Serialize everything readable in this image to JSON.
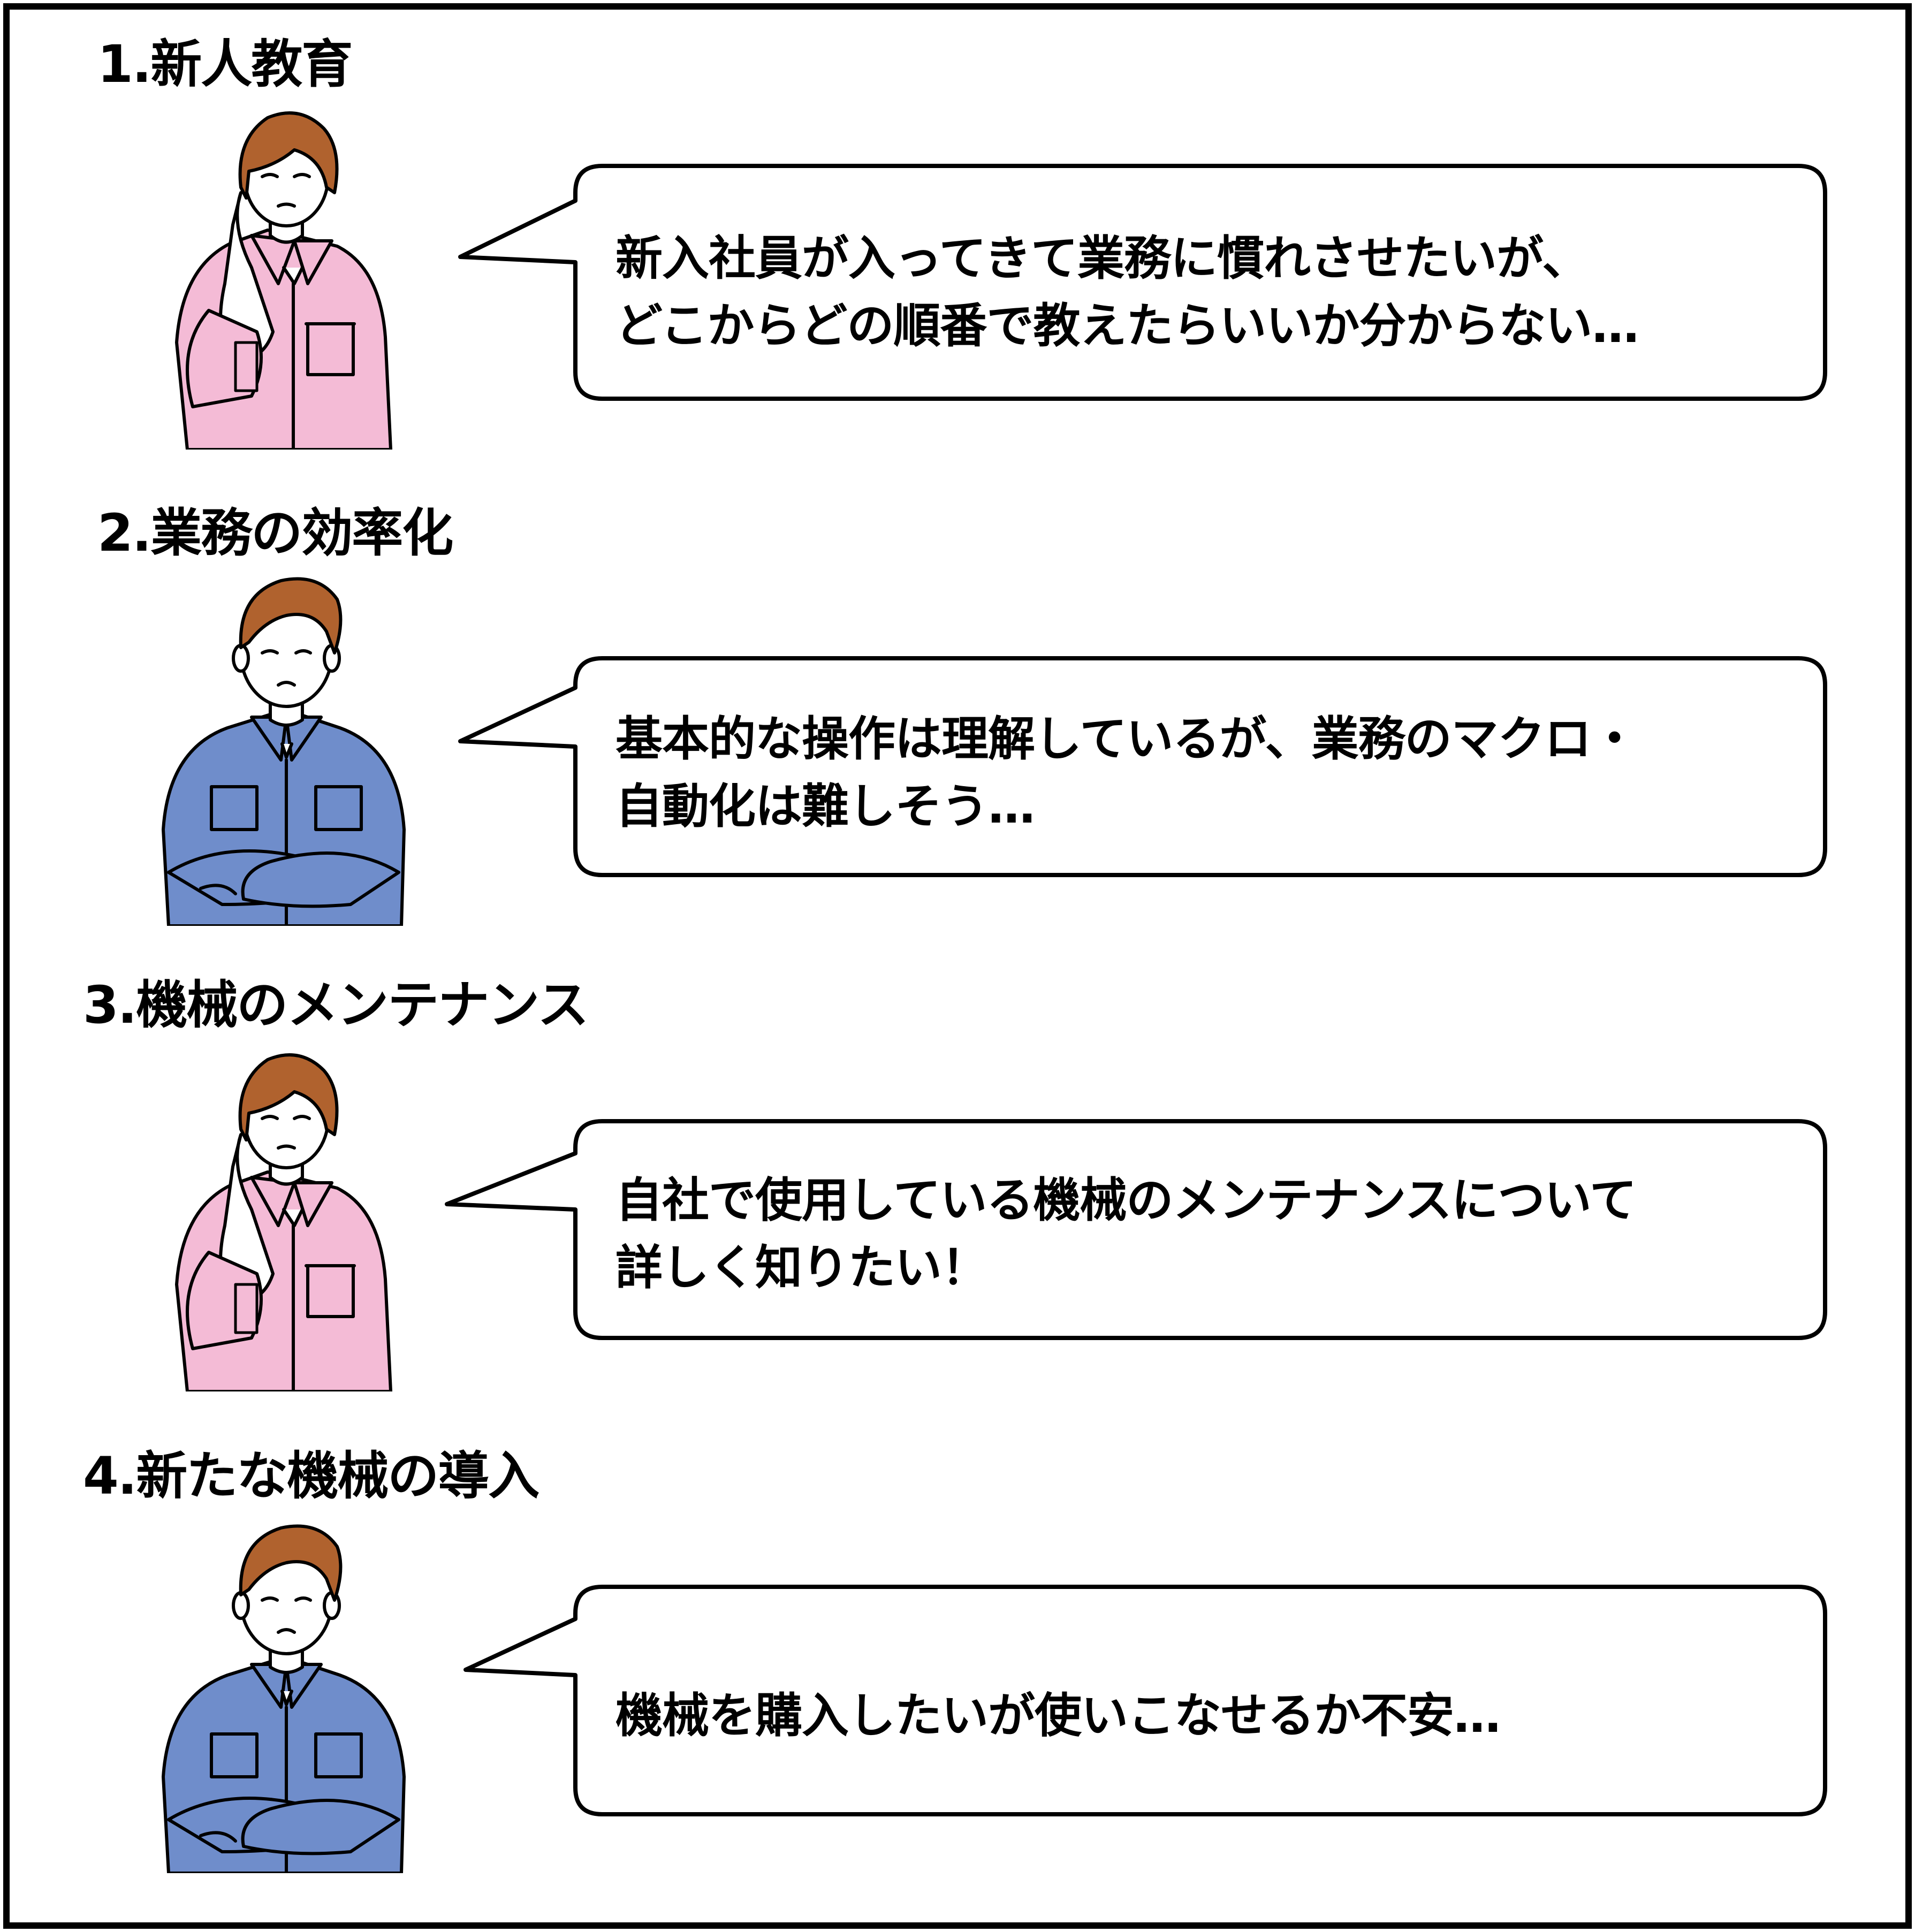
{
  "colors": {
    "pink_uniform": "#F4BBD6",
    "blue_uniform": "#6F8DCB",
    "hair": "#B0622E",
    "skin": "#ffffff",
    "outline": "#000000"
  },
  "sections": [
    {
      "heading": "1.新人教育",
      "person": {
        "uniform": "pink",
        "pose": "hand-on-cheek"
      },
      "bubble_lines": [
        "新入社員が入ってきて業務に慣れさせたいが、",
        "どこからどの順番で教えたらいいか分からない…"
      ]
    },
    {
      "heading": "2.業務の効率化",
      "person": {
        "uniform": "blue",
        "pose": "arms-crossed"
      },
      "bubble_lines": [
        "基本的な操作は理解しているが、業務のマクロ・",
        "自動化は難しそう…"
      ]
    },
    {
      "heading": "3.機械のメンテナンス",
      "person": {
        "uniform": "pink",
        "pose": "hand-on-cheek"
      },
      "bubble_lines": [
        "自社で使用している機械のメンテナンスについて",
        "詳しく知りたい！"
      ]
    },
    {
      "heading": "4.新たな機械の導入",
      "person": {
        "uniform": "blue",
        "pose": "arms-crossed"
      },
      "bubble_lines": [
        "機械を購入したいが使いこなせるか不安…"
      ]
    }
  ]
}
